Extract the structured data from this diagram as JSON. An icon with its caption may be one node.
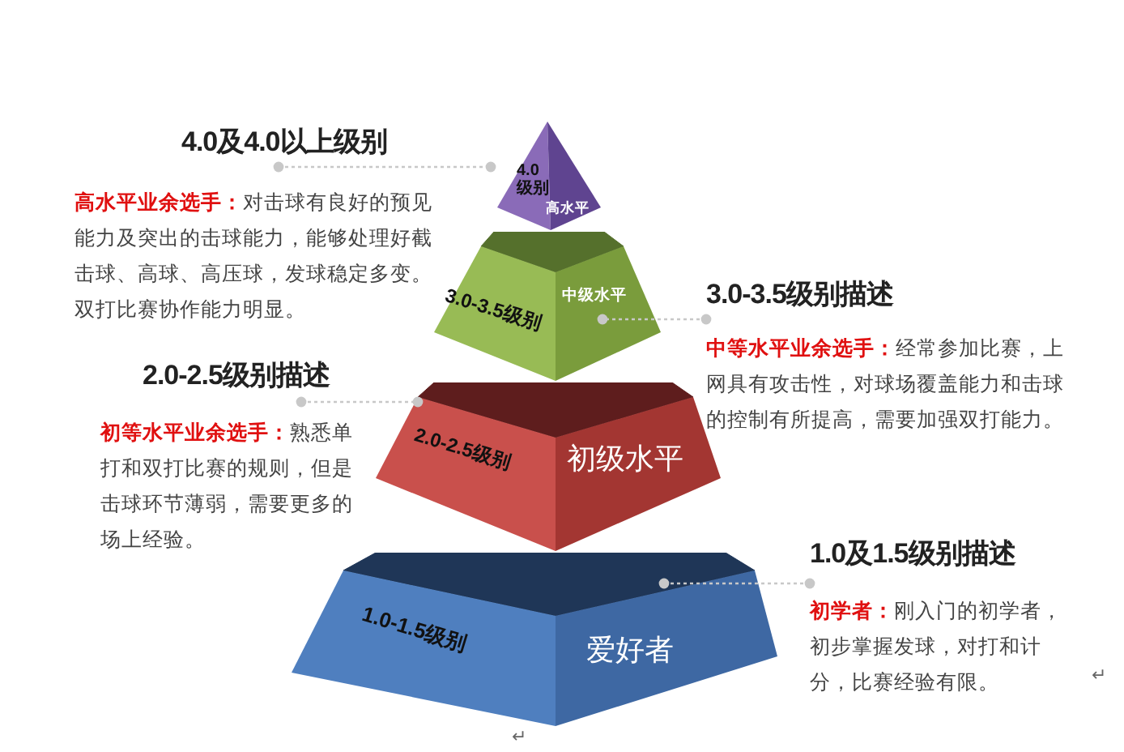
{
  "diagram": {
    "nodes": [
      {
        "text": [
          "4.0级别",
          "高水平"
        ]
      },
      {
        "text": [
          "3.0-3.5级别",
          "中级水平"
        ]
      },
      {
        "text": [
          "2.0-2.5级别",
          "初级水平"
        ]
      },
      {
        "text": [
          "1.0-1.5级别",
          "爱好者"
        ]
      },
      {
        "text": [
          "4.0及4.0以上级别",
          "**高水平业余选手：**对击球有良好的预见能力及突出的击球能力，能够处理好截击球、高球、高压球，发球稳定多变。双打比赛协作能力明显。"
        ]
      },
      {
        "text": [
          "3.0-3.5级别描述",
          "**中等水平业余选手：**经常参加比赛，上网具有攻击性，对球场覆盖能力和击球的控制有所提高，需要加强双打能力。"
        ]
      },
      {
        "text": [
          "2.0-2.5级别描述",
          "**初等水平业余选手：**熟悉单打和双打比赛的规则，但是击球环节薄弱，需要更多的场上经验。"
        ]
      },
      {
        "text": [
          "1.0及1.5级别描述",
          "**初学者：**刚入门的初学者，初步掌握发球，对打和计分，比赛经验有限。"
        ]
      }
    ],
    "edges": [
      {
        "from": 4,
        "to": 0,
        "arrow": "other",
        "style": "dashed"
      },
      {
        "from": 5,
        "to": 1,
        "arrow": "other",
        "style": "dashed"
      },
      {
        "from": 6,
        "to": 2,
        "arrow": "other",
        "style": "dashed"
      },
      {
        "from": 7,
        "to": 3,
        "arrow": "other",
        "style": "dashed"
      }
    ],
    "labels": [
      "↵",
      "↵"
    ]
  }
}
